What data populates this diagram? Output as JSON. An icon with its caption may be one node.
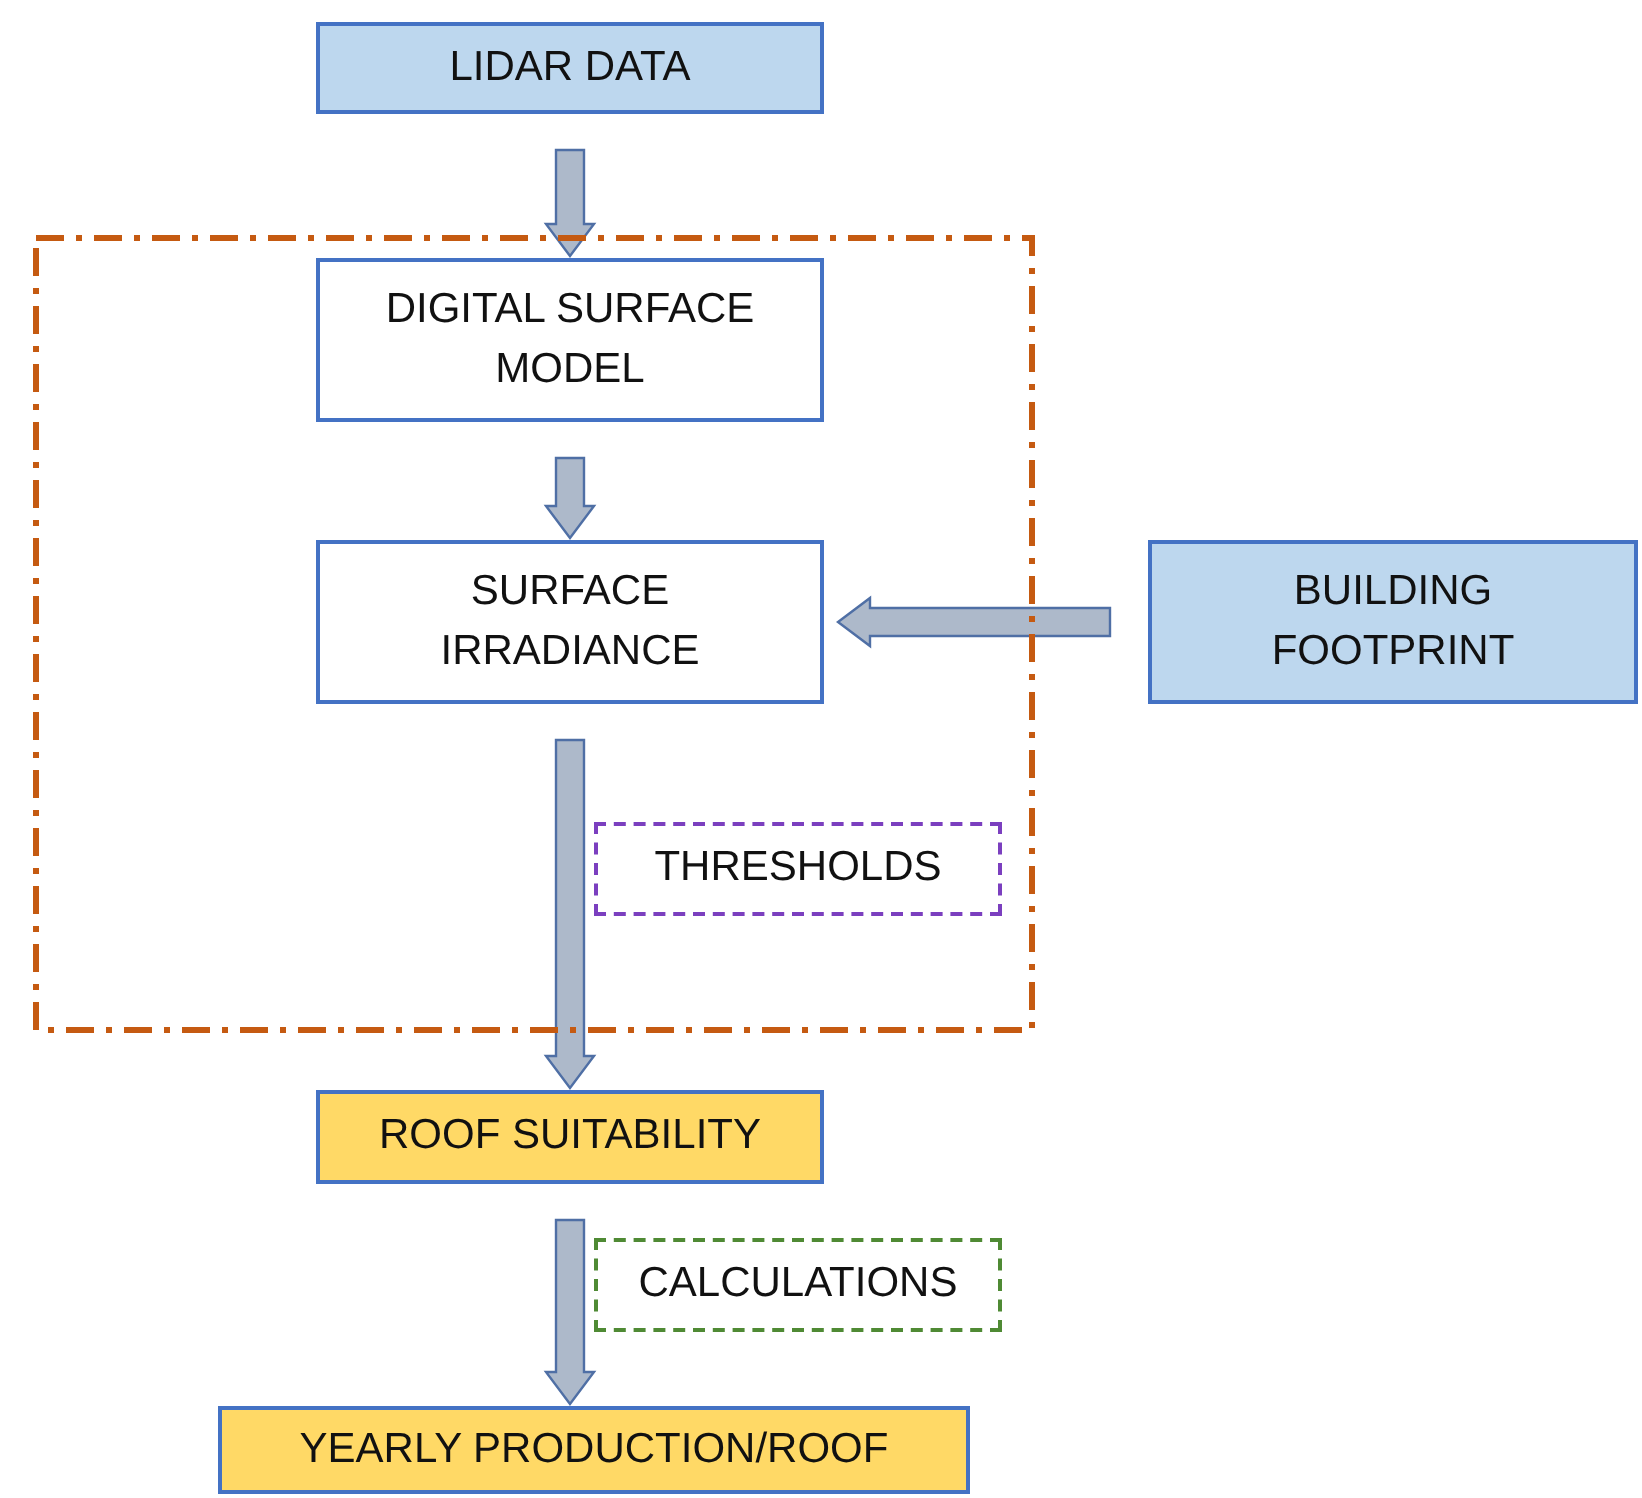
{
  "diagram": {
    "nodes": [
      {
        "text": [],
        "shape": "box"
      },
      {
        "text": [
          "LIDAR DATA"
        ]
      },
      {
        "text": [
          "DIGITAL SURFACE MODEL"
        ],
        "in": 0
      },
      {
        "text": [
          "SURFACE IRRADIANCE"
        ],
        "in": 0
      },
      {
        "text": [
          "BUILDING FOOTPRINT"
        ]
      },
      {
        "text": [
          "THRESHOLDS"
        ],
        "in": 0
      },
      {
        "text": [
          "ROOF SUITABILITY"
        ]
      },
      {
        "text": [
          "CALCULATIONS"
        ]
      },
      {
        "text": [
          "YEARLY PRODUCTION/ROOF"
        ]
      }
    ],
    "edges": [
      {
        "from": 1,
        "to": 2,
        "arrow": "to"
      },
      {
        "from": 2,
        "to": 3,
        "arrow": "to"
      },
      {
        "from": 4,
        "to": 3,
        "arrow": "to"
      },
      {
        "from": 3,
        "to": 6,
        "arrow": "to"
      },
      {
        "from": 6,
        "to": 8,
        "arrow": "to"
      }
    ]
  }
}
